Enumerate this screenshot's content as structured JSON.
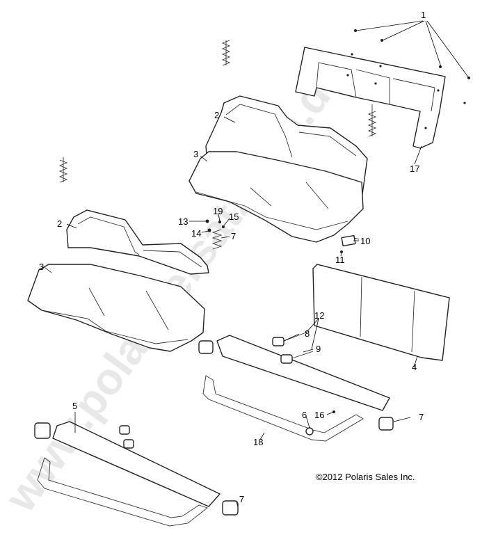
{
  "watermark": "www.polarisersatzteile.de",
  "copyright": "©2012 Polaris Sales Inc.",
  "callouts": {
    "c1": "1",
    "c2a": "2",
    "c2b": "2",
    "c3a": "3",
    "c3b": "3",
    "c4": "4",
    "c5": "5",
    "c6": "6",
    "c7a": "7",
    "c7b": "7",
    "c7c": "7",
    "c8": "8",
    "c9": "9",
    "c10": "10",
    "c11": "11",
    "c12": "12",
    "c13": "13",
    "c14": "14",
    "c15": "15",
    "c16": "16",
    "c17": "17",
    "c18": "18",
    "c19": "19"
  },
  "colors": {
    "line": "#222222",
    "watermark": "#d6d6d6",
    "background": "#ffffff"
  }
}
